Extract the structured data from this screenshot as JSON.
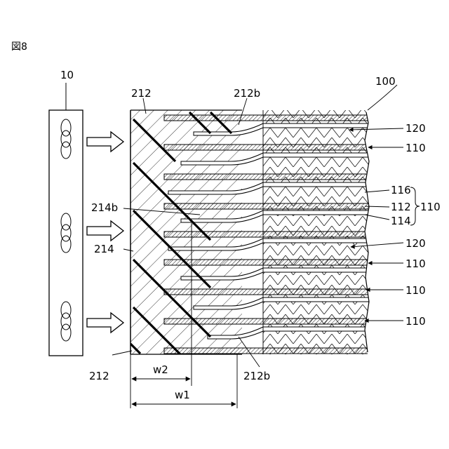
{
  "figure_label": "図8",
  "labels": {
    "lamp_unit": "10",
    "laminate": "100",
    "edge_top": "212",
    "edge_bottom": "212",
    "notch_top": "212b",
    "notch_bottom": "212b",
    "inner_region": "214b",
    "side_region": "214",
    "sheet_120_a": "120",
    "sheet_110_a": "110",
    "layer_116": "116",
    "layer_112": "112",
    "layer_114": "114",
    "group_110": "110",
    "sheet_120_b": "120",
    "sheet_110_b": "110",
    "sheet_110_c": "110",
    "sheet_110_d": "110"
  },
  "dimensions": {
    "w1": "w1",
    "w2": "w2"
  },
  "colors": {
    "ink": "#000000",
    "paper": "#ffffff"
  }
}
